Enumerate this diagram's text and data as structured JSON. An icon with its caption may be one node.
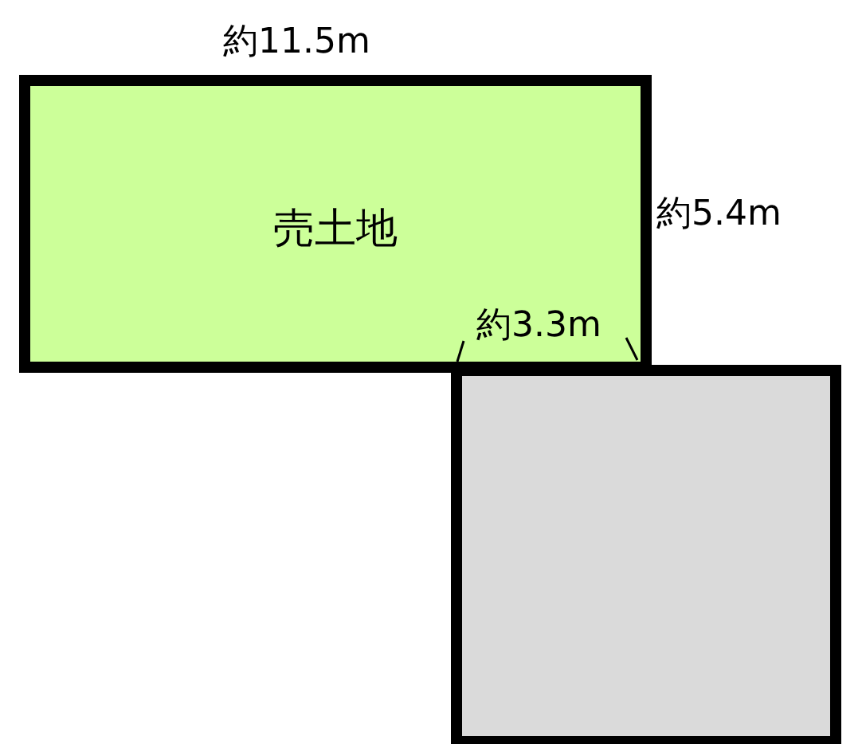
{
  "diagram": {
    "nodes": [
      {
        "text": [
          "売土地"
        ]
      },
      {
        "text": [],
        "shape": "box"
      }
    ],
    "edges": [],
    "labels": [
      "約11.5m",
      "約5.4m",
      "約3.3m"
    ]
  }
}
